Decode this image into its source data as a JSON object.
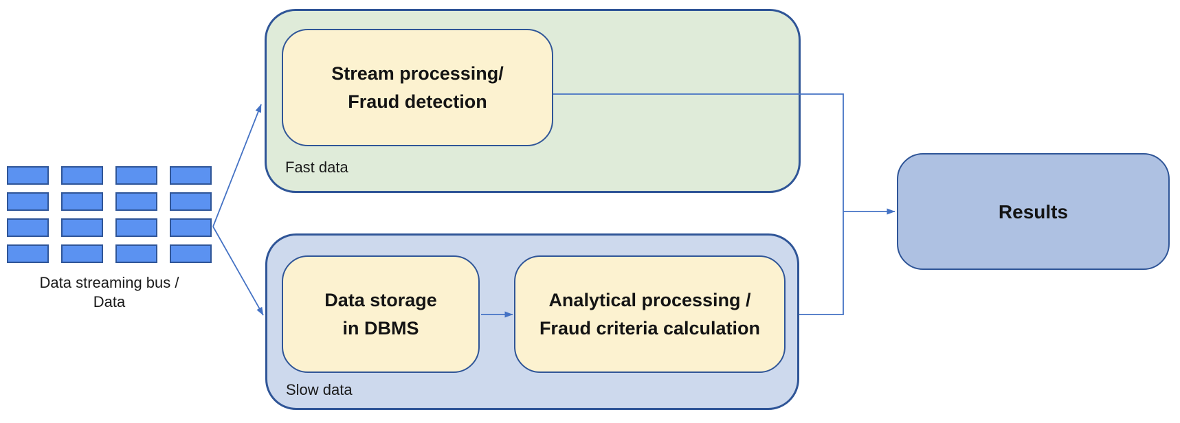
{
  "diagram": {
    "source": {
      "label": "Data streaming bus /\nData"
    },
    "grid": {
      "rows": 4,
      "cols": 4
    },
    "fast_lane": {
      "label": "Fast data",
      "stream_node": "Stream processing/\nFraud detection"
    },
    "slow_lane": {
      "label": "Slow data",
      "storage_node": "Data storage\nin DBMS",
      "analytics_node": "Analytical processing /\nFraud criteria calculation"
    },
    "results_node": "Results"
  },
  "colors": {
    "packet-fill": "#5b92f1",
    "node-border": "#2f5597",
    "fast-fill": "#dfebd9",
    "slow-fill": "#cdd9ed",
    "process-fill": "#fcf2d0",
    "results-fill": "#aec1e2",
    "connector": "#4472c4",
    "text": "#1a1a1a"
  }
}
